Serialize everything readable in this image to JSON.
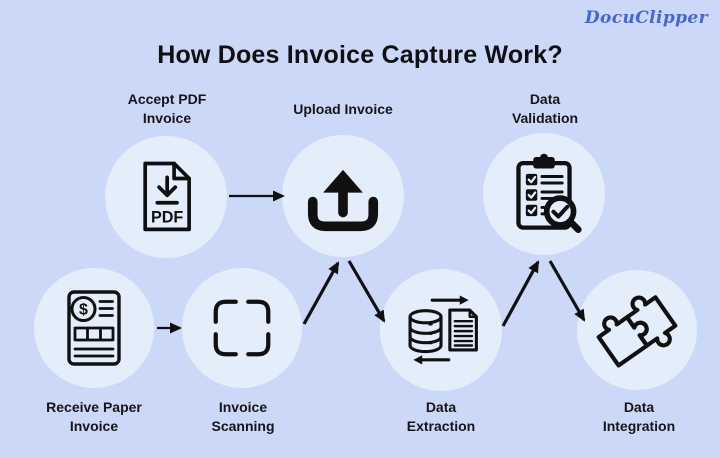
{
  "brand": {
    "logo_text": "DocuClipper",
    "logo_color": "#4565d8"
  },
  "title": "How Does Invoice Capture Work?",
  "colors": {
    "background": "#ccd8f8",
    "circle": "#e3eefa",
    "ink": "#101010"
  },
  "steps": [
    {
      "id": "accept-pdf-invoice",
      "label_line1": "Accept PDF",
      "label_line2": "Invoice",
      "icon": "pdf-file-icon",
      "row": "top"
    },
    {
      "id": "upload-invoice",
      "label_line1": "Upload Invoice",
      "label_line2": "",
      "icon": "upload-icon",
      "row": "top"
    },
    {
      "id": "data-validation",
      "label_line1": "Data",
      "label_line2": "Validation",
      "icon": "clipboard-magnifier-icon",
      "row": "top"
    },
    {
      "id": "receive-paper-invoice",
      "label_line1": "Receive Paper",
      "label_line2": "Invoice",
      "icon": "paper-invoice-icon",
      "row": "bottom"
    },
    {
      "id": "invoice-scanning",
      "label_line1": "Invoice",
      "label_line2": "Scanning",
      "icon": "scan-frame-icon",
      "row": "bottom"
    },
    {
      "id": "data-extraction",
      "label_line1": "Data",
      "label_line2": "Extraction",
      "icon": "database-document-icon",
      "row": "bottom"
    },
    {
      "id": "data-integration",
      "label_line1": "Data",
      "label_line2": "Integration",
      "icon": "puzzle-icon",
      "row": "bottom"
    }
  ],
  "icon_text": {
    "pdf_label": "PDF",
    "currency_symbol": "$"
  },
  "connections": [
    {
      "from": "accept-pdf-invoice",
      "to": "upload-invoice"
    },
    {
      "from": "receive-paper-invoice",
      "to": "invoice-scanning"
    },
    {
      "from": "invoice-scanning",
      "to": "upload-invoice"
    },
    {
      "from": "upload-invoice",
      "to": "data-extraction"
    },
    {
      "from": "data-extraction",
      "to": "data-validation"
    },
    {
      "from": "data-validation",
      "to": "data-integration"
    }
  ]
}
